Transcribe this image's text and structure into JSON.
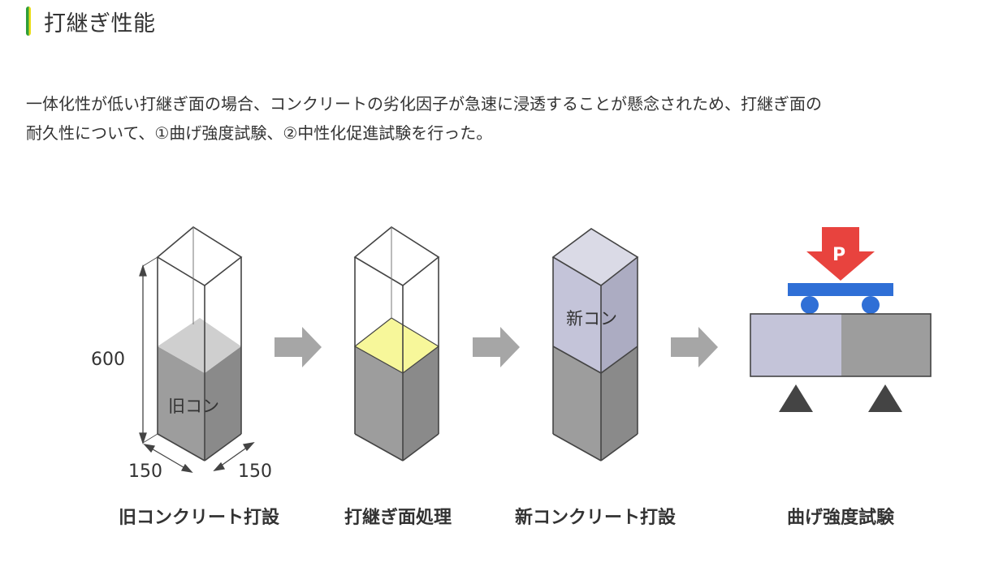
{
  "header": {
    "title": "打継ぎ性能"
  },
  "lead": {
    "text_line1": "一体化性が低い打継ぎ面の場合、コンクリートの劣化因子が急速に浸透することが懸念されため、打継ぎ面の",
    "text_line2": "耐久性について、①曲げ強度試験、②中性化促進試験を行った。"
  },
  "diagram": {
    "dimensions": {
      "height": "600",
      "width_left": "150",
      "width_right": "150"
    },
    "old_concrete_label": "旧コン",
    "new_concrete_label": "新コン",
    "load_label": "P",
    "captions": [
      "旧コンクリート打設",
      "打継ぎ面処理",
      "新コンクリート打設",
      "曲げ強度試験"
    ],
    "colors": {
      "arrow": "#a6a6a6",
      "old_concrete_front": "#9d9d9d",
      "old_concrete_side": "#8a8a8a",
      "joint_surface": "#f7f79a",
      "new_concrete_front": "#c4c4d9",
      "new_concrete_side": "#acacc2",
      "load_arrow": "#e8433e",
      "beam": "#2f6fd6"
    }
  }
}
